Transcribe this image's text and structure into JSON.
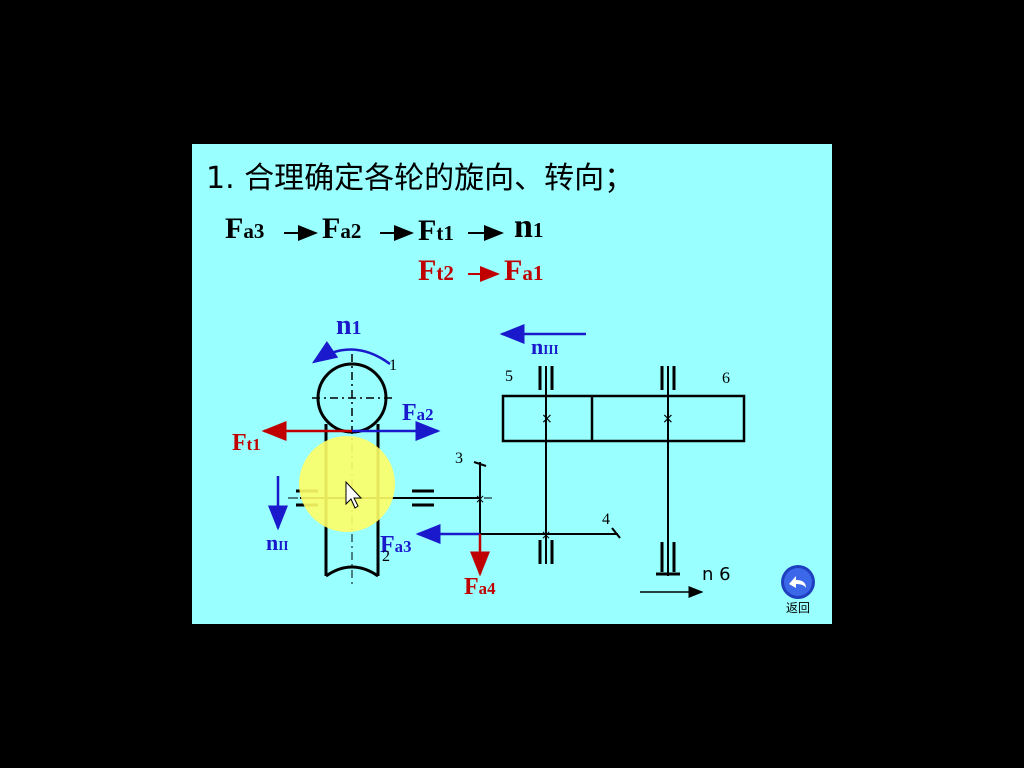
{
  "slide": {
    "title": "1. 合理确定各轮的旋向、转向；"
  },
  "chain": {
    "row1": [
      {
        "main": "F",
        "sub": "a3"
      },
      {
        "main": "F",
        "sub": "a2"
      },
      {
        "main": "F",
        "sub": "t1"
      },
      {
        "main": "n",
        "sub": "1"
      }
    ],
    "row2": [
      {
        "main": "F",
        "sub": "t2"
      },
      {
        "main": "F",
        "sub": "a1"
      }
    ]
  },
  "labels": {
    "n1": {
      "main": "n",
      "sub": "1"
    },
    "n3": {
      "main": "n",
      "sub": "III"
    },
    "fa2": {
      "main": "F",
      "sub": "a2"
    },
    "ft1": {
      "main": "F",
      "sub": "t1"
    },
    "n2": {
      "main": "n",
      "sub": "II"
    },
    "fa3": {
      "main": "F",
      "sub": "a3"
    },
    "fa4": {
      "main": "F",
      "sub": "a4"
    },
    "n6": "n 6",
    "gear1": "1",
    "gear2": "2",
    "gear3": "3",
    "gear4": "4",
    "gear5": "5",
    "gear6": "6"
  },
  "nav": {
    "return_label": "返回",
    "return_icon": "return-arrow-icon"
  },
  "colors": {
    "background": "#99ffff",
    "force_red": "#c00000",
    "speed_blue": "#1a1acc",
    "highlight": "#ffff66"
  }
}
